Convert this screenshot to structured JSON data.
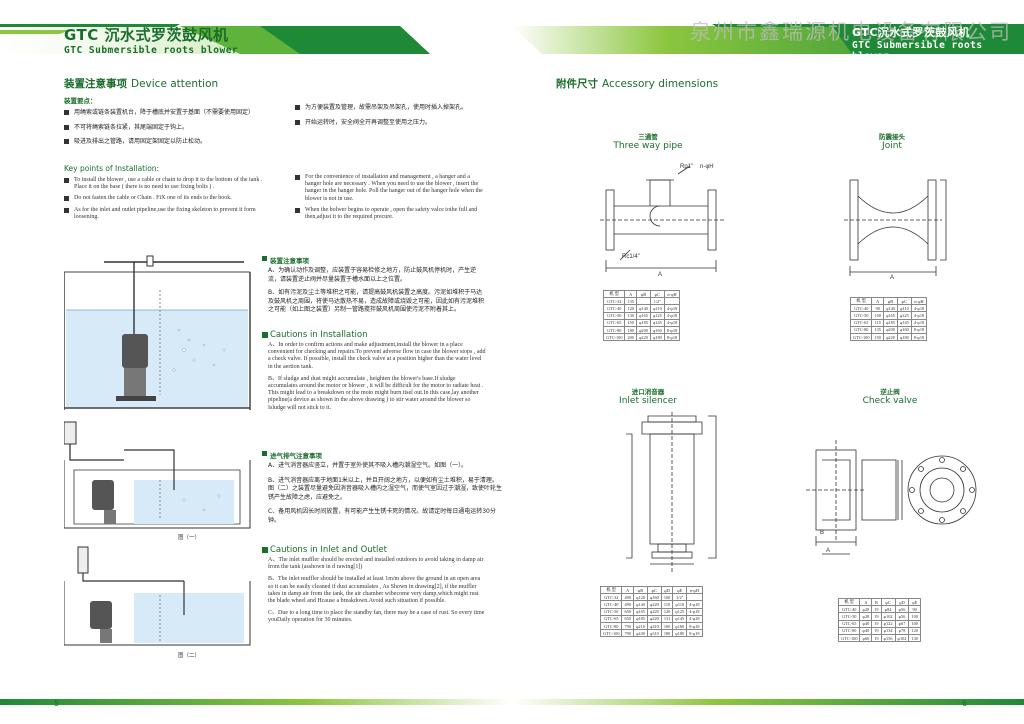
{
  "header": {
    "title_cn": "GTC 沉水式罗茨鼓风机",
    "title_en": "GTC Submersible roots blower",
    "right_title_cn": "GTC沉水式罗茨鼓风机",
    "right_title_en": "GTC Submersible roots blower",
    "watermark": "泉州市鑫瑞源机电设备有限公司"
  },
  "left": {
    "section_title_cn": "装置注意事项",
    "section_title_en": "Device attention",
    "points_head": "装置要点：",
    "cn_col1": [
      "用绳索或链条装置机台，降于槽底并安置于基面（不需要使用固定）",
      "不可将绳索链条拉紧，其尾端固定于钩上。",
      "吸进及排出之管路，请用固定架固定以防止松动。"
    ],
    "cn_col2": [
      "为方便装置及管理，故需吊架及吊架孔，使用时插入掉架孔。",
      "开始运转时，安全阀全开再调整至使用之压力。"
    ],
    "key_points_head": "Key points of Installation:",
    "en_col1": [
      "To install the blower , use  a cable or chain to drop it to the bottom of the tank . Place it on the base ( there is no need to use fixing bolts ) .",
      "Do not fasten the cable or Chain . FiX one of its ends to the book.",
      "As for the inlet and outlet pipeline,use the fixing skeleton to prevent it form loosening."
    ],
    "en_col2": [
      "For the convenience of installation and management , a hanger and a hanger hole are necessary . When you need to use the blower , insert the hanger in the hanger hole. Poll the hanger out of the hanger hole when the blower is not in use.",
      "When the bolwer begins to operate , open the safety valce tothe full and then,adjust it to the required precure."
    ],
    "install_notes_cn_head": "装置注意事项",
    "install_notes_cn": [
      "A、为确认动作及调整，应装置于容易检修之地方，防止鼓风机停机时，产生逆流，请装置逆止阀并尽量装置于槽水面以上之位置。",
      "B、如有污泥及尘土等堆积之可能，请提高鼓风机装置之高度。污泥如堆积于马达及鼓风机之周围，将使马达散热不易，造成故障或烧毁之可能，因此如有污泥堆积之可能（如上图之装置）另制一管路搅拌鼓风机周围使污泥不附着其上。"
    ],
    "install_notes_en_head": "Cautions in Installation",
    "install_notes_en": [
      "A、In order to confirm actions and make adjustment,install the blower in a place convenient for checking and repairs.To prevent adverse flow in case the blower stops , add a check valve. If possible, install the check valve at a position higher than the water level in the aertion tank.",
      "B、If sludge and dust might accumulate , heighten the blower's base.If sludge accumulates around  the motor or blower , it will be difficult for the motor to radiate heat . This might lead to a breakdown or the moto might burn itsel out.In this case,lay another pipeline(a device as shown in the above drawing ) to stir  water around  the blower so Isludge will not stick to it."
    ],
    "inlet_cn_head": "进气排气注意事项",
    "inlet_cn": [
      "A、进气消音器应竖立，并置于室外使其不吸入槽内潮湿空气。如图（一）。",
      "B、进气消音器应离于地面1米以上，并且开阔之地方，以便如有尘土堆积，易于清理。图（二）之装置尽量避免因消音器吸入槽内之湿空气，而使气室因过于潮湿，致使叶轮生锈产生故障之虑，应避免之。",
      "C、备用风机因长时间放置，有可能产生生锈卡死的情况。故请定时每日通电运转30分钟。"
    ],
    "inlet_en_head": "Cautions in Inlet and Outlet",
    "inlet_en": [
      "A、The inlet muffler should be erected and installed outdoors to avoid taking in damp air from the tank (asshown in d rawing[1])",
      "B、The inlet muffler should be installed at least 1m/m above the ground in an open area so it can be easily cleaned if dust accumulates , As Shown in drawing[2], if the muffler takes in damp air from the tank, the air chamber wibecome very damp,which might rust the blade wheel and Hcause a breakdown.Avoid such situation if possible.",
      "C、Due to a long time to place the standby fan, there may be a case of rust. So every time youDaily operation for 30 minutes."
    ],
    "fig1_caption": "图（一）",
    "fig2_caption": "图（二）",
    "page_number": "5"
  },
  "right": {
    "section_title_cn": "附件尺寸",
    "section_title_en": "Accessory dimensions",
    "parts": [
      {
        "cn": "三通管",
        "en": "Three way pipe"
      },
      {
        "cn": "防震接头",
        "en": "Joint"
      },
      {
        "cn": "进口消音器",
        "en": "Inlet silencer"
      },
      {
        "cn": "逆止阀",
        "en": "Check valve"
      }
    ],
    "threeway_labels": {
      "rp": "Rp1\"",
      "hole": "n-φH",
      "rc": "Rc1/4\"",
      "a": "A"
    },
    "joint_label_a": "A",
    "check_labels": {
      "a": "A",
      "b": "B"
    },
    "table_threeway": {
      "headers": [
        "机 型",
        "A",
        "φB",
        "φC",
        "n-φH"
      ],
      "rows": [
        [
          "GTC-32",
          "135",
          "",
          "1/2\"",
          ""
        ],
        [
          "GTC-40",
          "120",
          "φ140",
          "φ110",
          "4-φ18"
        ],
        [
          "GTC-50",
          "130",
          "φ165",
          "φ125",
          "4-φ18"
        ],
        [
          "GTC-65",
          "150",
          "φ185",
          "φ145",
          "4-φ18"
        ],
        [
          "GTC-80",
          "180",
          "φ200",
          "φ160",
          "8-φ18"
        ],
        [
          "GTC-100",
          "200",
          "φ220",
          "φ180",
          "8-φ18"
        ]
      ]
    },
    "table_joint": {
      "headers": [
        "机 型",
        "A",
        "φB",
        "φC",
        "n-φH"
      ],
      "rows": [
        [
          "GTC-40",
          "90",
          "φ140",
          "φ110",
          "4-φ18"
        ],
        [
          "GTC-50",
          "100",
          "φ165",
          "φ125",
          "4-φ18"
        ],
        [
          "GTC-65",
          "115",
          "φ185",
          "φ145",
          "4-φ18"
        ],
        [
          "GTC-80",
          "135",
          "φ200",
          "φ160",
          "8-φ18"
        ],
        [
          "GTC-100",
          "150",
          "φ220",
          "φ180",
          "8-φ18"
        ]
      ]
    },
    "table_silencer": {
      "headers": [
        "机 型",
        "A",
        "φB",
        "φC",
        "φD",
        "φE",
        "n-φH"
      ],
      "rows": [
        [
          "GTC-32",
          "490",
          "φ120",
          "φ160",
          "100",
          "1/2\"",
          ""
        ],
        [
          "GTC-40",
          "490",
          "φ140",
          "φ220",
          "110",
          "φ110",
          "4-φ18"
        ],
        [
          "GTC-50",
          "650",
          "φ165",
          "φ220",
          "120",
          "φ125",
          "4-φ18"
        ],
        [
          "GTC-65",
          "650",
          "φ185",
          "φ220",
          "131",
          "φ145",
          "4-φ18"
        ],
        [
          "GTC-80",
          "790",
          "φ210",
          "φ310",
          "160",
          "φ160",
          "8-φ18"
        ],
        [
          "GTC-100",
          "790",
          "φ240",
          "φ310",
          "180",
          "φ180",
          "8-φ18"
        ]
      ]
    },
    "table_check": {
      "headers": [
        "机 型",
        "A",
        "B",
        "φC",
        "φD",
        "φE"
      ],
      "rows": [
        [
          "GTC-40",
          "φ28",
          "19",
          "φ84",
          "φ56",
          "90"
        ],
        [
          "GTC-50",
          "φ28",
          "19",
          "φ102",
          "φ56",
          "100"
        ],
        [
          "GTC-65",
          "φ40",
          "19",
          "φ122",
          "φ67",
          "100"
        ],
        [
          "GTC-80",
          "φ40",
          "19",
          "φ134",
          "φ78",
          "120"
        ],
        [
          "GTC-100",
          "φ66",
          "19",
          "φ156",
          "φ102",
          "130"
        ]
      ]
    },
    "page_number": "6"
  }
}
